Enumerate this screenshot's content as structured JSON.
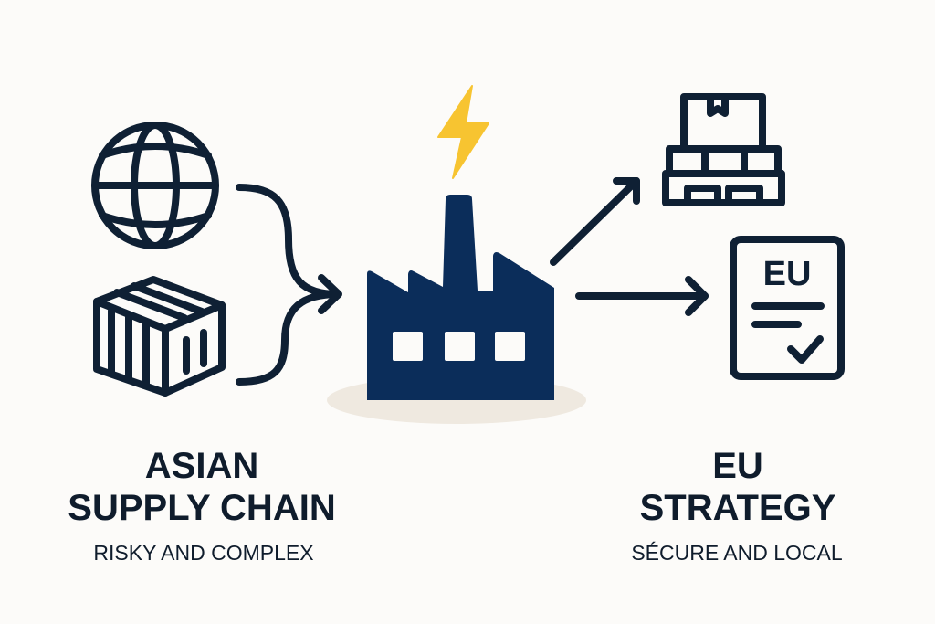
{
  "left": {
    "title_line1": "ASIAN",
    "title_line2": "SUPPLY CHAIN",
    "subtitle": "RISKY AND COMPLEX"
  },
  "right": {
    "title_line1": "EU",
    "title_line2": "STRATEGY",
    "subtitle": "SÉCURE AND LOCAL"
  },
  "document_icon": {
    "label": "EU"
  },
  "colors": {
    "ink": "#0f2034",
    "factory": "#0b2d5a",
    "bolt": "#f7c431",
    "shadow": "#efe9e0",
    "background": "#fcfbf9"
  }
}
